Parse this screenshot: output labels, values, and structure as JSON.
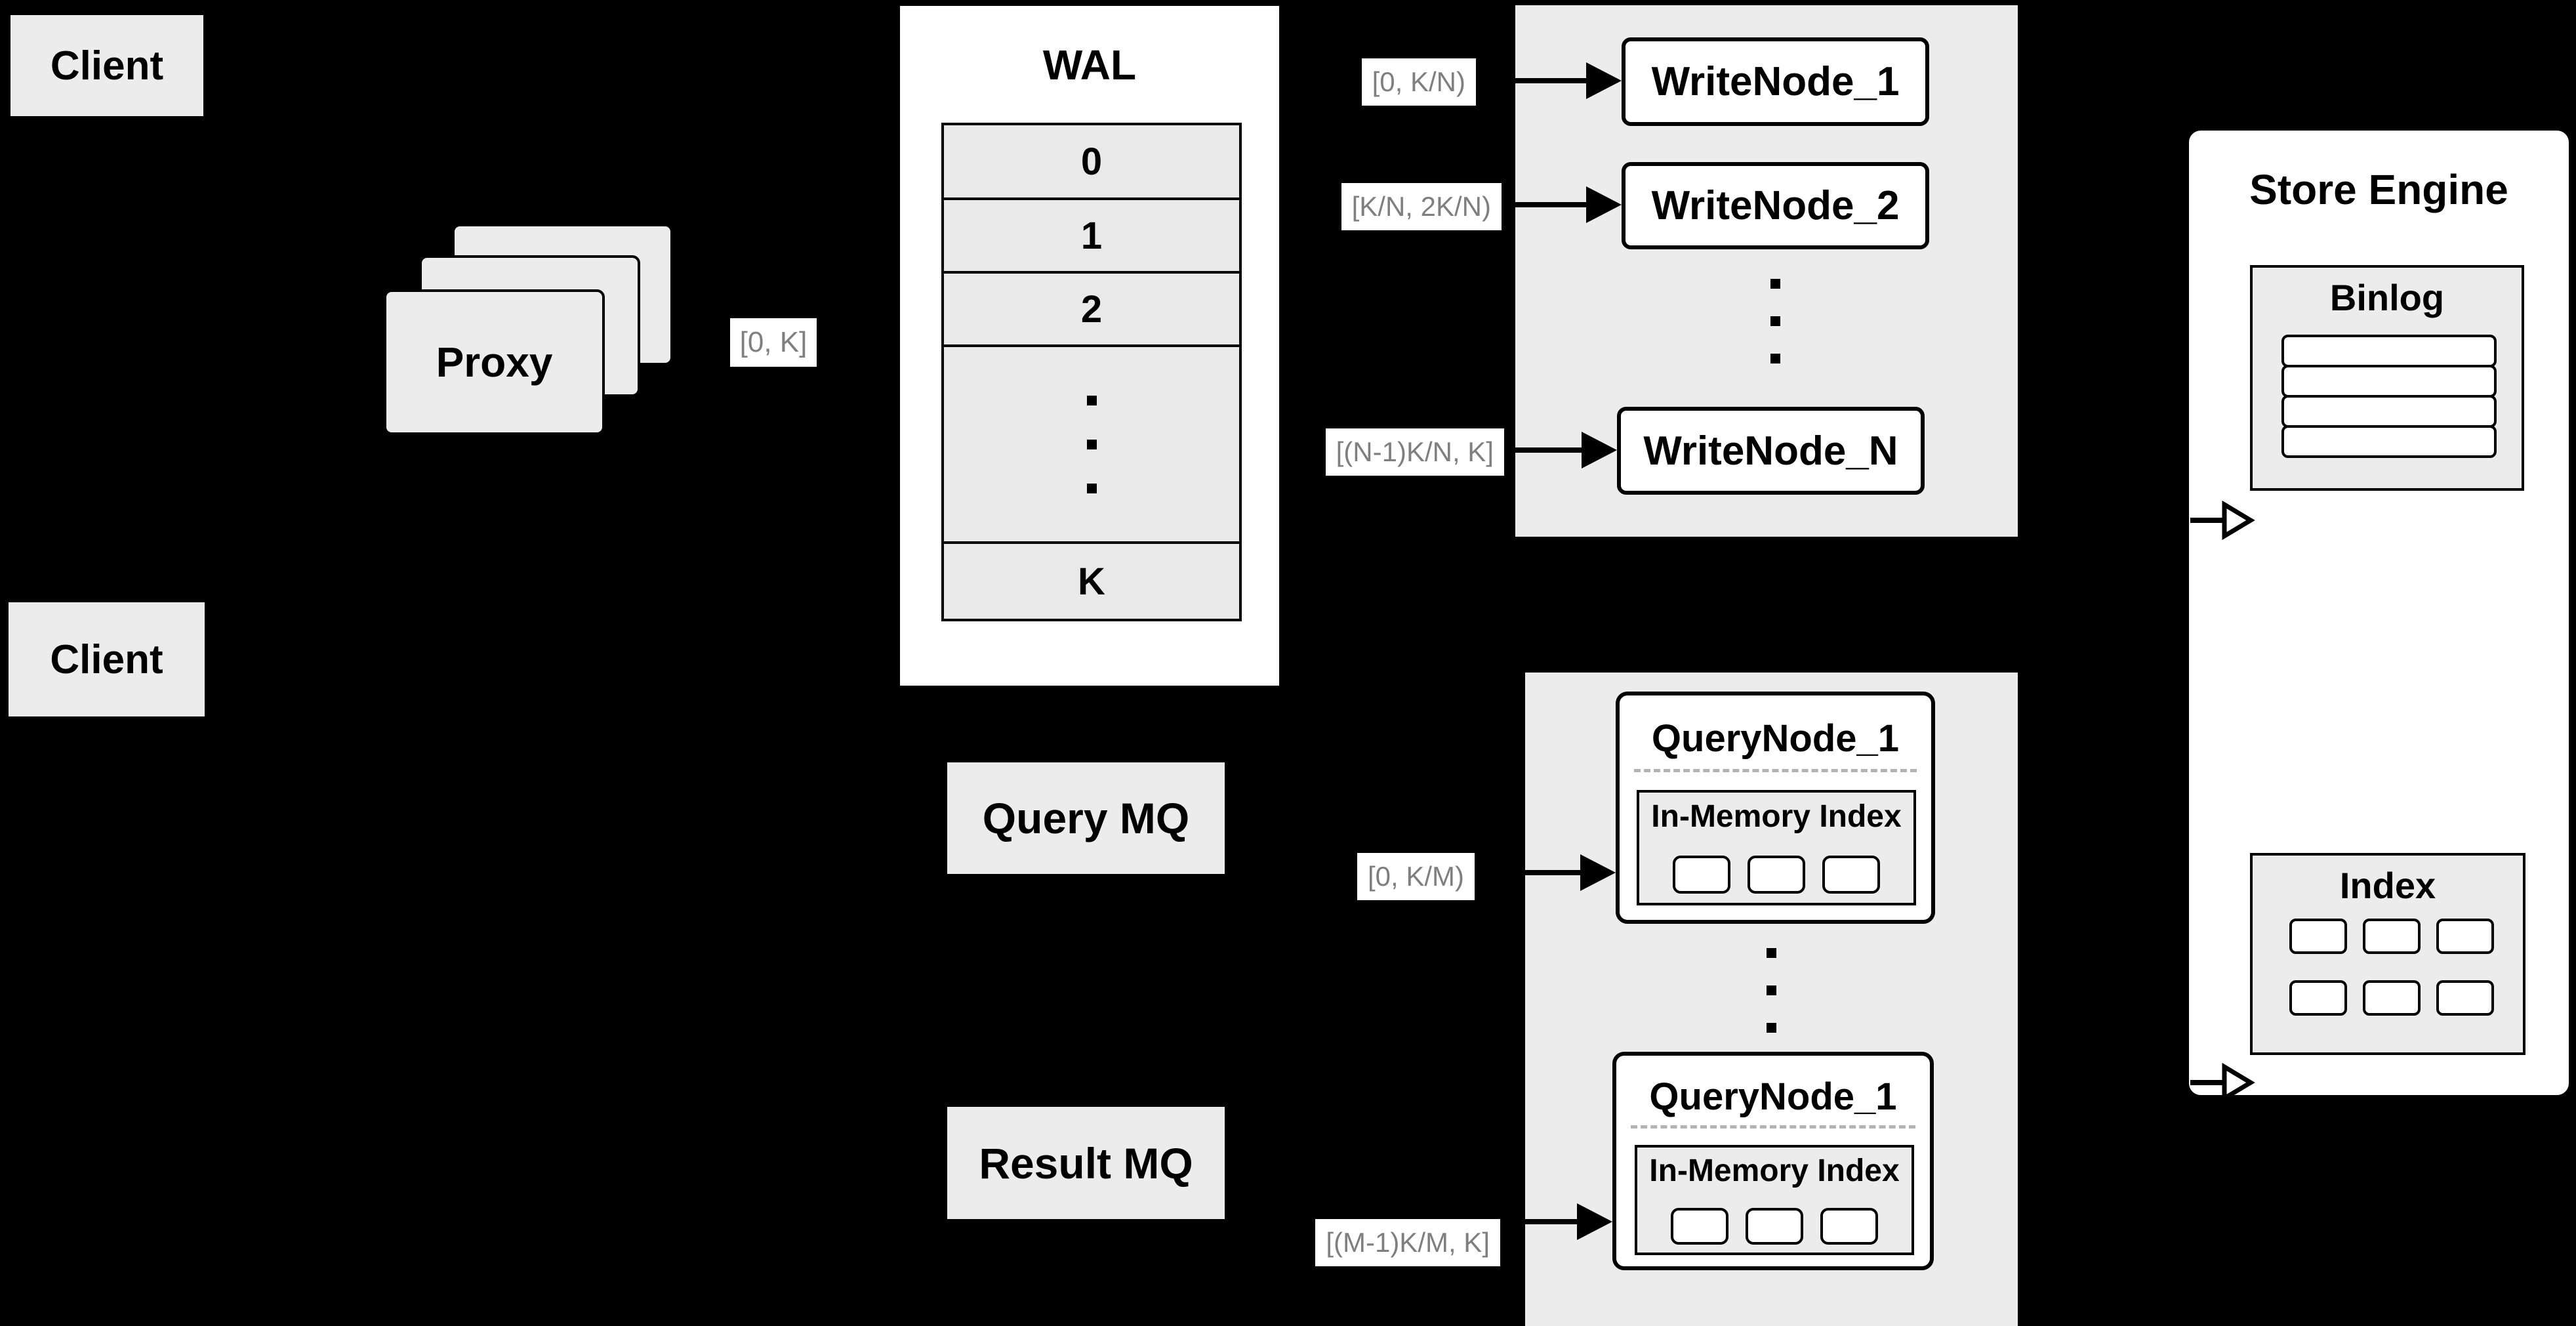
{
  "colors": {
    "background": "#000000",
    "box_gray": "#ececec",
    "panel_white": "#ffffff",
    "border_black": "#000000",
    "range_label_text": "#7f7f7f",
    "dashed_divider": "#b3b3b3"
  },
  "clients": {
    "top": "Client",
    "bottom": "Client"
  },
  "proxy": {
    "label": "Proxy",
    "range_label": "[0, K]"
  },
  "wal": {
    "title": "WAL",
    "segments": [
      "0",
      "1",
      "2"
    ],
    "last_segment": "K"
  },
  "write_pool": {
    "nodes": [
      "WriteNode_1",
      "WriteNode_2",
      "WriteNode_N"
    ],
    "ranges": [
      "[0, K/N)",
      "[K/N, 2K/N)",
      "[(N-1)K/N, K]"
    ]
  },
  "mq": {
    "query": "Query MQ",
    "result": "Result MQ"
  },
  "query_pool": {
    "ranges": [
      "[0, K/M)",
      "[(M-1)K/M, K]"
    ],
    "nodes": [
      {
        "title": "QueryNode_1",
        "memory_title": "In-Memory Index"
      },
      {
        "title": "QueryNode_1",
        "memory_title": "In-Memory Index"
      }
    ]
  },
  "store_engine": {
    "title": "Store Engine",
    "binlog_title": "Binlog",
    "index_title": "Index"
  }
}
